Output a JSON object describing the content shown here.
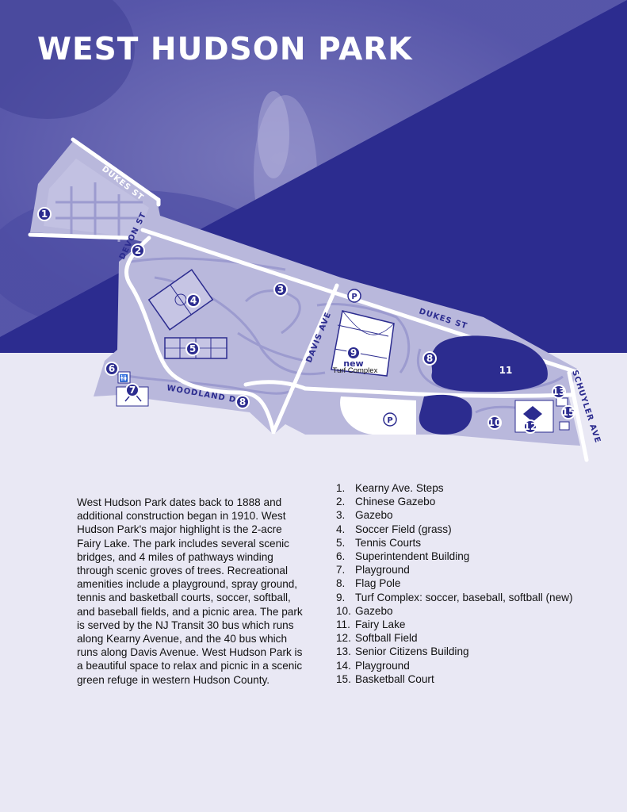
{
  "title": "WEST HUDSON PARK",
  "colors": {
    "dark_blue": "#2c2c8f",
    "park_fill": "#b9b8dc",
    "page_bg": "#e9e8f4"
  },
  "streets": {
    "dukes_st": "DUKES ST",
    "devon_st": "DEVON ST",
    "davis_ave": "DAVIS AVE",
    "woodland_dr": "WOODLAND DR",
    "schuyler_ave": "SCHUYLER AVE"
  },
  "map": {
    "markers": [
      {
        "id": "1",
        "label": "1"
      },
      {
        "id": "2",
        "label": "2"
      },
      {
        "id": "3",
        "label": "3"
      },
      {
        "id": "4",
        "label": "4"
      },
      {
        "id": "5",
        "label": "5"
      },
      {
        "id": "6",
        "label": "6"
      },
      {
        "id": "7",
        "label": "7"
      },
      {
        "id": "8a",
        "label": "8"
      },
      {
        "id": "8b",
        "label": "8"
      },
      {
        "id": "9",
        "label": "9"
      },
      {
        "id": "10",
        "label": "10"
      },
      {
        "id": "11",
        "label": "11"
      },
      {
        "id": "12",
        "label": "12"
      },
      {
        "id": "13",
        "label": "13"
      },
      {
        "id": "15",
        "label": "15"
      }
    ],
    "parking_label": "P",
    "turf_new": "new",
    "turf_label": "Turf Complex",
    "icons": [
      "restroom-icon",
      "playground-icon",
      "parking-icon",
      "baseball-diamond-icon"
    ]
  },
  "description": "West Hudson Park dates back to 1888 and additional construction began in 1910. West Hudson Park's major highlight is the 2-acre Fairy Lake. The park includes several scenic bridges, and 4 miles of pathways winding through scenic groves of trees. Recreational amenities include a playground, spray ground, tennis and basketball courts, soccer, softball, and baseball fields, and a picnic area. The park is served by the NJ Transit 30 bus which runs along Kearny Avenue, and the 40 bus which runs along Davis Avenue. West Hudson Park is a beautiful space to relax and picnic in a scenic green refuge in western Hudson County.",
  "legend": [
    {
      "num": "1.",
      "text": "Kearny Ave. Steps"
    },
    {
      "num": "2.",
      "text": "Chinese Gazebo"
    },
    {
      "num": "3.",
      "text": "Gazebo"
    },
    {
      "num": "4.",
      "text": "Soccer Field (grass)"
    },
    {
      "num": "5.",
      "text": "Tennis Courts"
    },
    {
      "num": "6.",
      "text": "Superintendent Building"
    },
    {
      "num": "7.",
      "text": "Playground"
    },
    {
      "num": "8.",
      "text": "Flag Pole"
    },
    {
      "num": "9.",
      "text": "Turf Complex: soccer, baseball, softball (new)"
    },
    {
      "num": "10.",
      "text": "Gazebo"
    },
    {
      "num": "11.",
      "text": "Fairy Lake"
    },
    {
      "num": "12.",
      "text": "Softball Field"
    },
    {
      "num": "13.",
      "text": "Senior Citizens Building"
    },
    {
      "num": "14.",
      "text": "Playground"
    },
    {
      "num": "15.",
      "text": "Basketball Court"
    }
  ]
}
